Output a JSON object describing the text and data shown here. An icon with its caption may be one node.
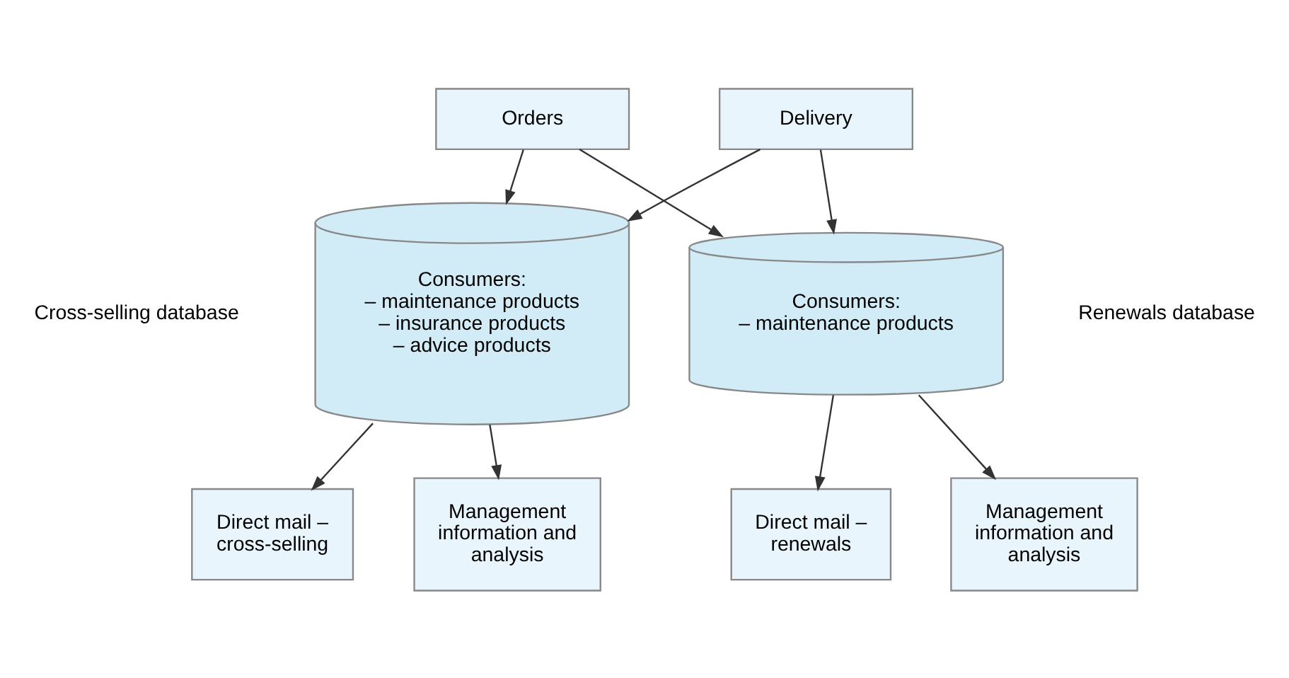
{
  "diagram": {
    "nodes": [
      {
        "text": [
          "Orders"
        ]
      },
      {
        "text": [
          "Delivery"
        ]
      },
      {
        "text": [
          "Consumers:",
          "– maintenance products",
          "– insurance products",
          "– advice products"
        ],
        "beside": [
          "Cross-selling database"
        ]
      },
      {
        "text": [
          "Consumers:",
          "– maintenance products"
        ],
        "beside": [
          "Renewals database"
        ]
      },
      {
        "text": [
          "Direct mail – cross-selling"
        ]
      },
      {
        "text": [
          "Management information and analysis"
        ]
      },
      {
        "text": [
          "Direct mail – renewals"
        ]
      },
      {
        "text": [
          "Management information and analysis"
        ]
      }
    ],
    "edges": [
      {
        "from": 0,
        "to": 2,
        "arrow": "to"
      },
      {
        "from": 0,
        "to": 3,
        "arrow": "to"
      },
      {
        "from": 1,
        "to": 2,
        "arrow": "to"
      },
      {
        "from": 1,
        "to": 3,
        "arrow": "to"
      },
      {
        "from": 2,
        "to": 4,
        "arrow": "to"
      },
      {
        "from": 2,
        "to": 5,
        "arrow": "to"
      },
      {
        "from": 3,
        "to": 6,
        "arrow": "to"
      },
      {
        "from": 3,
        "to": 7,
        "arrow": "to"
      }
    ]
  }
}
